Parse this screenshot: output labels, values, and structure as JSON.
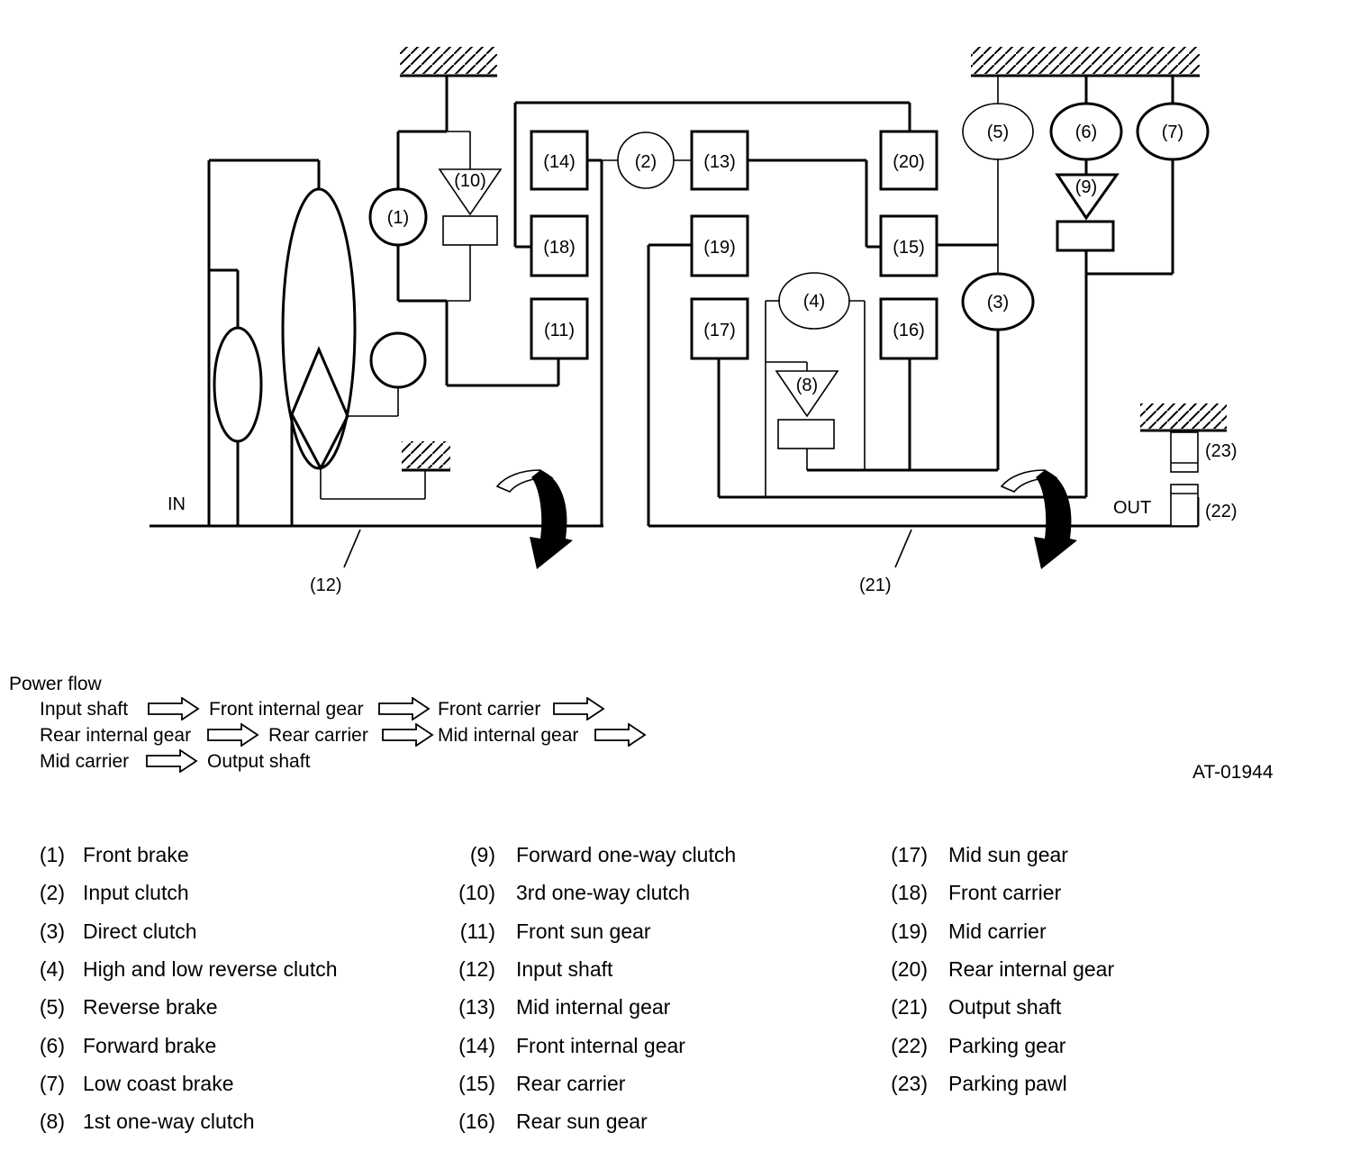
{
  "diagram": {
    "label_in": "IN",
    "label_out": "OUT",
    "components": {
      "c1": "(1)",
      "c2": "(2)",
      "c3": "(3)",
      "c4": "(4)",
      "c5": "(5)",
      "c6": "(6)",
      "c7": "(7)",
      "c8": "(8)",
      "c9": "(9)",
      "c10": "(10)",
      "c11": "(11)",
      "c12": "(12)",
      "c13": "(13)",
      "c14": "(14)",
      "c15": "(15)",
      "c16": "(16)",
      "c17": "(17)",
      "c18": "(18)",
      "c19": "(19)",
      "c20": "(20)",
      "c21": "(21)",
      "c22": "(22)",
      "c23": "(23)"
    },
    "figure_id": "AT-01944"
  },
  "power_flow": {
    "title": "Power flow",
    "steps": [
      "Input shaft",
      "Front internal gear",
      "Front carrier",
      "Rear internal gear",
      "Rear carrier",
      "Mid internal gear",
      "Mid carrier",
      "Output shaft"
    ]
  },
  "legend": [
    {
      "num": "(1)",
      "name": "Front brake"
    },
    {
      "num": "(2)",
      "name": "Input clutch"
    },
    {
      "num": "(3)",
      "name": "Direct clutch"
    },
    {
      "num": "(4)",
      "name": "High and low reverse clutch"
    },
    {
      "num": "(5)",
      "name": "Reverse brake"
    },
    {
      "num": "(6)",
      "name": "Forward brake"
    },
    {
      "num": "(7)",
      "name": "Low coast brake"
    },
    {
      "num": "(8)",
      "name": "1st one-way clutch"
    },
    {
      "num": "(9)",
      "name": "Forward one-way clutch"
    },
    {
      "num": "(10)",
      "name": "3rd one-way clutch"
    },
    {
      "num": "(11)",
      "name": "Front sun gear"
    },
    {
      "num": "(12)",
      "name": "Input shaft"
    },
    {
      "num": "(13)",
      "name": "Mid internal gear"
    },
    {
      "num": "(14)",
      "name": "Front internal gear"
    },
    {
      "num": "(15)",
      "name": "Rear carrier"
    },
    {
      "num": "(16)",
      "name": "Rear sun gear"
    },
    {
      "num": "(17)",
      "name": "Mid sun gear"
    },
    {
      "num": "(18)",
      "name": "Front carrier"
    },
    {
      "num": "(19)",
      "name": "Mid carrier"
    },
    {
      "num": "(20)",
      "name": "Rear internal gear"
    },
    {
      "num": "(21)",
      "name": "Output shaft"
    },
    {
      "num": "(22)",
      "name": "Parking gear"
    },
    {
      "num": "(23)",
      "name": "Parking pawl"
    }
  ]
}
